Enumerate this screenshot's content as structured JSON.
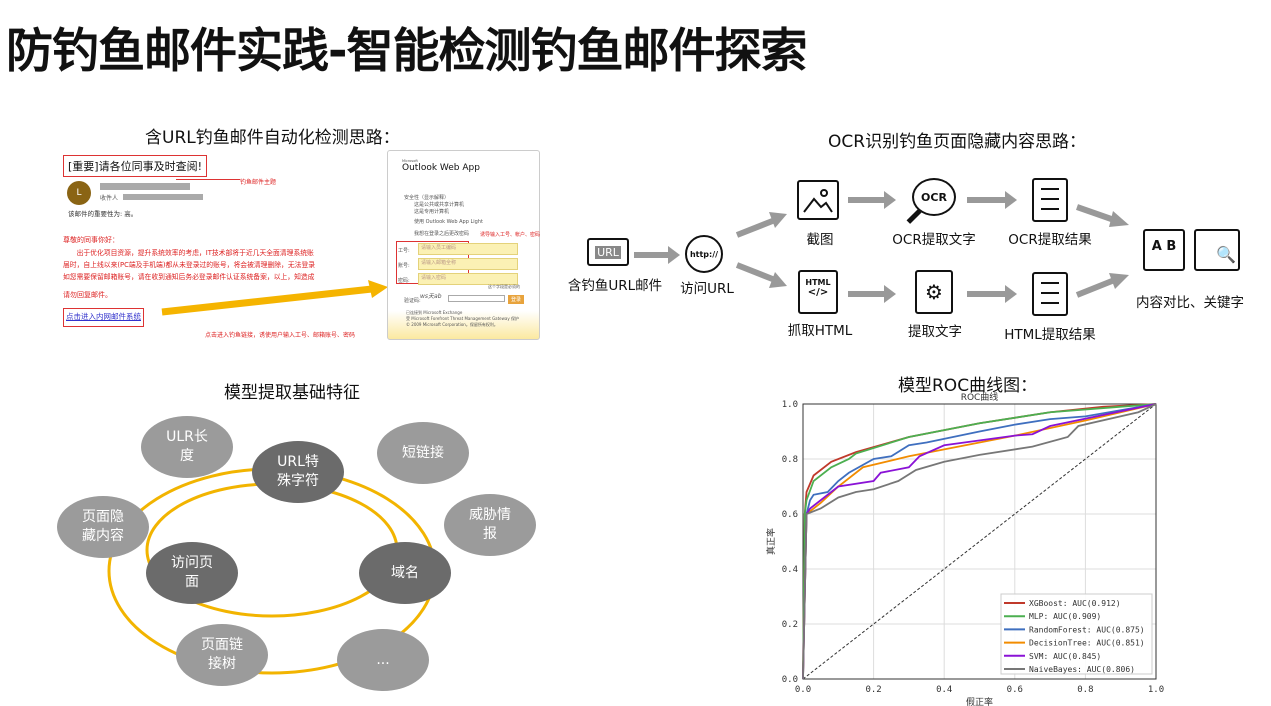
{
  "title": "防钓鱼邮件实践-智能检测钓鱼邮件探索",
  "sections": {
    "url_detect": "含URL钓鱼邮件自动化检测思路：",
    "ocr": "OCR识别钓鱼页面隐藏内容思路：",
    "features": "模型提取基础特征",
    "roc": "模型ROC曲线图："
  },
  "email": {
    "subject": "[重要]请各位同事及时查阅!",
    "subject_note": "钓鱼邮件主题",
    "avatar": "L",
    "recipient_label": "收件人",
    "importance": "该邮件的重要性为: 高。",
    "greeting": "尊敬的同事你好：",
    "body": [
      "　　出于优化项目资源，提升系统效率的考虑，IT技术部将于近几天全面清理系统账",
      "届时，自上线以来(PC端及手机端)都从未登录过的账号，将会被清理删除，无法登录",
      "如您需要保留邮箱账号，请在收到通知后务必登录邮件认证系统备案，以上，知造成"
    ],
    "no_reply": "请勿回复邮件。",
    "link": "点击进入内网邮件系统",
    "link_note": "点击进入钓鱼链接，诱使用户输入工号、邮箱账号、密码"
  },
  "owa": {
    "brand_small": "Microsoft",
    "brand": "Outlook Web App",
    "security": "安全性（显示解释）",
    "options": [
      "这是公共或共享计算机",
      "这是专用计算机",
      "使用 Outlook Web App Light",
      "我想在登录之后更改密码"
    ],
    "note": "诱导输入工号、帐户、密码",
    "fields": [
      {
        "label": "工号:",
        "placeholder": "请输入员工编码"
      },
      {
        "label": "账号:",
        "placeholder": "请输入邮箱全称"
      },
      {
        "label": "密码:",
        "placeholder": "请输入密码"
      }
    ],
    "required": "这个字段是必须的",
    "captcha_label": "验证码:",
    "captcha": "ws夭ab",
    "login": "登录",
    "footer": [
      "已连接到 Microsoft Exchange",
      "受 Microsoft Forefront Threat Management Gateway 保护",
      "© 2009 Microsoft Corporation。保留所有权利。"
    ]
  },
  "flow": {
    "email": "含钓鱼URL邮件",
    "email_icon_text": "URL",
    "visit": "访问URL",
    "globe_text": "http://",
    "screenshot": "截图",
    "ocr_extract": "OCR提取文字",
    "ocr_icon_text": "OCR",
    "ocr_result": "OCR提取结果",
    "fetch_html": "抓取HTML",
    "html_icon_text": "HTML",
    "extract_text": "提取文字",
    "html_result": "HTML提取结果",
    "compare": "内容对比、关键字",
    "compare_icon_text": "A B"
  },
  "features": [
    {
      "label": "ULR长\n度",
      "dark": false
    },
    {
      "label": "短链接",
      "dark": false
    },
    {
      "label": "URL特\n殊字符",
      "dark": true
    },
    {
      "label": "页面隐\n藏内容",
      "dark": false
    },
    {
      "label": "威胁情\n报",
      "dark": false
    },
    {
      "label": "访问页\n面",
      "dark": true
    },
    {
      "label": "域名",
      "dark": true
    },
    {
      "label": "页面链\n接树",
      "dark": false
    },
    {
      "label": "...",
      "dark": false
    }
  ],
  "chart_data": {
    "type": "line",
    "title": "ROC曲线",
    "xlabel": "假正率",
    "ylabel": "真正率",
    "xlim": [
      0,
      1
    ],
    "ylim": [
      0,
      1
    ],
    "grid": true,
    "legend": "bottom-right",
    "ticks": [
      "0.0",
      "0.2",
      "0.4",
      "0.6",
      "0.8",
      "1.0"
    ],
    "series": [
      {
        "name": "XGBoost: AUC(0.912)",
        "color": "#c0392b",
        "points": [
          [
            0,
            0
          ],
          [
            0.005,
            0.6
          ],
          [
            0.01,
            0.68
          ],
          [
            0.03,
            0.74
          ],
          [
            0.08,
            0.79
          ],
          [
            0.15,
            0.825
          ],
          [
            0.3,
            0.88
          ],
          [
            0.5,
            0.93
          ],
          [
            0.7,
            0.97
          ],
          [
            0.85,
            0.99
          ],
          [
            1,
            1
          ]
        ]
      },
      {
        "name": "MLP: AUC(0.909)",
        "color": "#4caf50",
        "points": [
          [
            0,
            0
          ],
          [
            0.005,
            0.6
          ],
          [
            0.01,
            0.65
          ],
          [
            0.03,
            0.72
          ],
          [
            0.08,
            0.77
          ],
          [
            0.13,
            0.8
          ],
          [
            0.15,
            0.82
          ],
          [
            0.3,
            0.88
          ],
          [
            0.5,
            0.93
          ],
          [
            0.7,
            0.97
          ],
          [
            1,
            1
          ]
        ]
      },
      {
        "name": "RandomForest: AUC(0.875)",
        "color": "#3f6fbf",
        "points": [
          [
            0,
            0
          ],
          [
            0.01,
            0.6
          ],
          [
            0.02,
            0.65
          ],
          [
            0.03,
            0.67
          ],
          [
            0.07,
            0.68
          ],
          [
            0.1,
            0.72
          ],
          [
            0.13,
            0.75
          ],
          [
            0.2,
            0.8
          ],
          [
            0.25,
            0.81
          ],
          [
            0.3,
            0.85
          ],
          [
            0.35,
            0.86
          ],
          [
            0.5,
            0.9
          ],
          [
            0.6,
            0.925
          ],
          [
            0.7,
            0.945
          ],
          [
            0.8,
            0.955
          ],
          [
            1,
            1
          ]
        ]
      },
      {
        "name": "DecisionTree: AUC(0.851)",
        "color": "#f28c00",
        "points": [
          [
            0,
            0
          ],
          [
            0.01,
            0.6
          ],
          [
            0.05,
            0.64
          ],
          [
            0.1,
            0.7
          ],
          [
            0.17,
            0.77
          ],
          [
            0.3,
            0.81
          ],
          [
            0.4,
            0.835
          ],
          [
            0.6,
            0.885
          ],
          [
            0.8,
            0.94
          ],
          [
            1,
            1
          ]
        ]
      },
      {
        "name": "SVM: AUC(0.845)",
        "color": "#8a12d6",
        "points": [
          [
            0,
            0
          ],
          [
            0.01,
            0.6
          ],
          [
            0.02,
            0.62
          ],
          [
            0.05,
            0.65
          ],
          [
            0.1,
            0.7
          ],
          [
            0.2,
            0.72
          ],
          [
            0.22,
            0.75
          ],
          [
            0.3,
            0.77
          ],
          [
            0.33,
            0.81
          ],
          [
            0.4,
            0.85
          ],
          [
            0.6,
            0.885
          ],
          [
            0.65,
            0.89
          ],
          [
            0.7,
            0.92
          ],
          [
            0.85,
            0.96
          ],
          [
            1,
            1
          ]
        ]
      },
      {
        "name": "NaiveBayes: AUC(0.806)",
        "color": "#777777",
        "points": [
          [
            0,
            0
          ],
          [
            0.01,
            0.6
          ],
          [
            0.05,
            0.62
          ],
          [
            0.1,
            0.66
          ],
          [
            0.15,
            0.68
          ],
          [
            0.2,
            0.69
          ],
          [
            0.27,
            0.72
          ],
          [
            0.32,
            0.76
          ],
          [
            0.4,
            0.79
          ],
          [
            0.5,
            0.815
          ],
          [
            0.65,
            0.845
          ],
          [
            0.75,
            0.88
          ],
          [
            0.78,
            0.92
          ],
          [
            0.95,
            0.97
          ],
          [
            1,
            1
          ]
        ]
      }
    ]
  }
}
